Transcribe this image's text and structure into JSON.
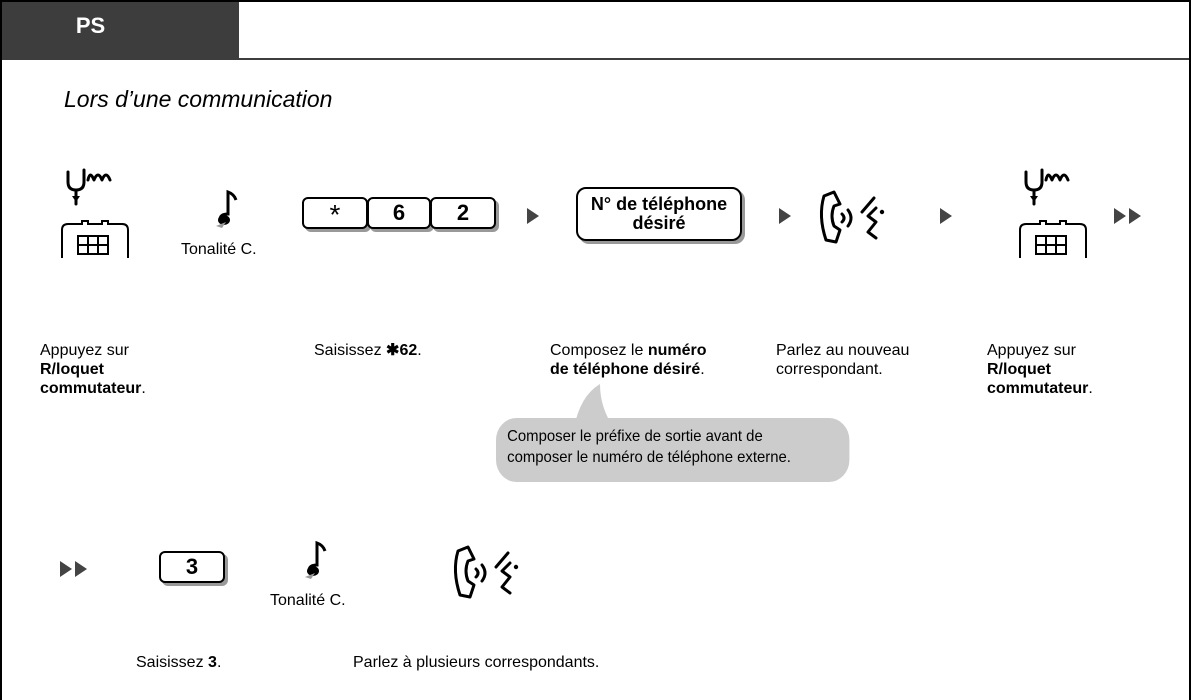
{
  "tab": {
    "label": "PS"
  },
  "subtitle": "Lors d’une communication",
  "row1": {
    "tone_label": "Tonalité C.",
    "keys": [
      "*",
      "6",
      "2"
    ],
    "number_box": [
      "N° de téléphone",
      "désiré"
    ]
  },
  "captions": {
    "press1_line1": "Appuyez sur",
    "press1_bold1": "R/loquet",
    "press1_bold2": "commutateur",
    "press1_end": ".",
    "enter62_prefix": "Saisissez ",
    "enter62_bold": "✱62",
    "enter62_end": ".",
    "dial_line1_plain": "Composez le ",
    "dial_line1_bold": "numéro",
    "dial_line2_bold": "de téléphone désiré",
    "dial_end": ".",
    "talk_new_line1": "Parlez au nouveau",
    "talk_new_line2": "correspondant.",
    "press2_line1": "Appuyez sur",
    "press2_bold1": "R/loquet",
    "press2_bold2": "commutateur",
    "press2_end": "."
  },
  "bubble": {
    "line1": "Composer le préfixe de sortie avant de",
    "line2": "composer le numéro de téléphone externe."
  },
  "row2": {
    "key": "3",
    "tone_label": "Tonalité C.",
    "enter3_prefix": "Saisissez ",
    "enter3_bold": "3",
    "enter3_end": ".",
    "talk_multi": "Parlez à plusieurs correspondants."
  },
  "icons": {
    "flash": "hand-pressing-hook-icon",
    "tone": "music-note-icon",
    "talk": "handset-talking-icon",
    "next": "triangle-right-icon",
    "continue": "double-triangle-right-icon"
  }
}
